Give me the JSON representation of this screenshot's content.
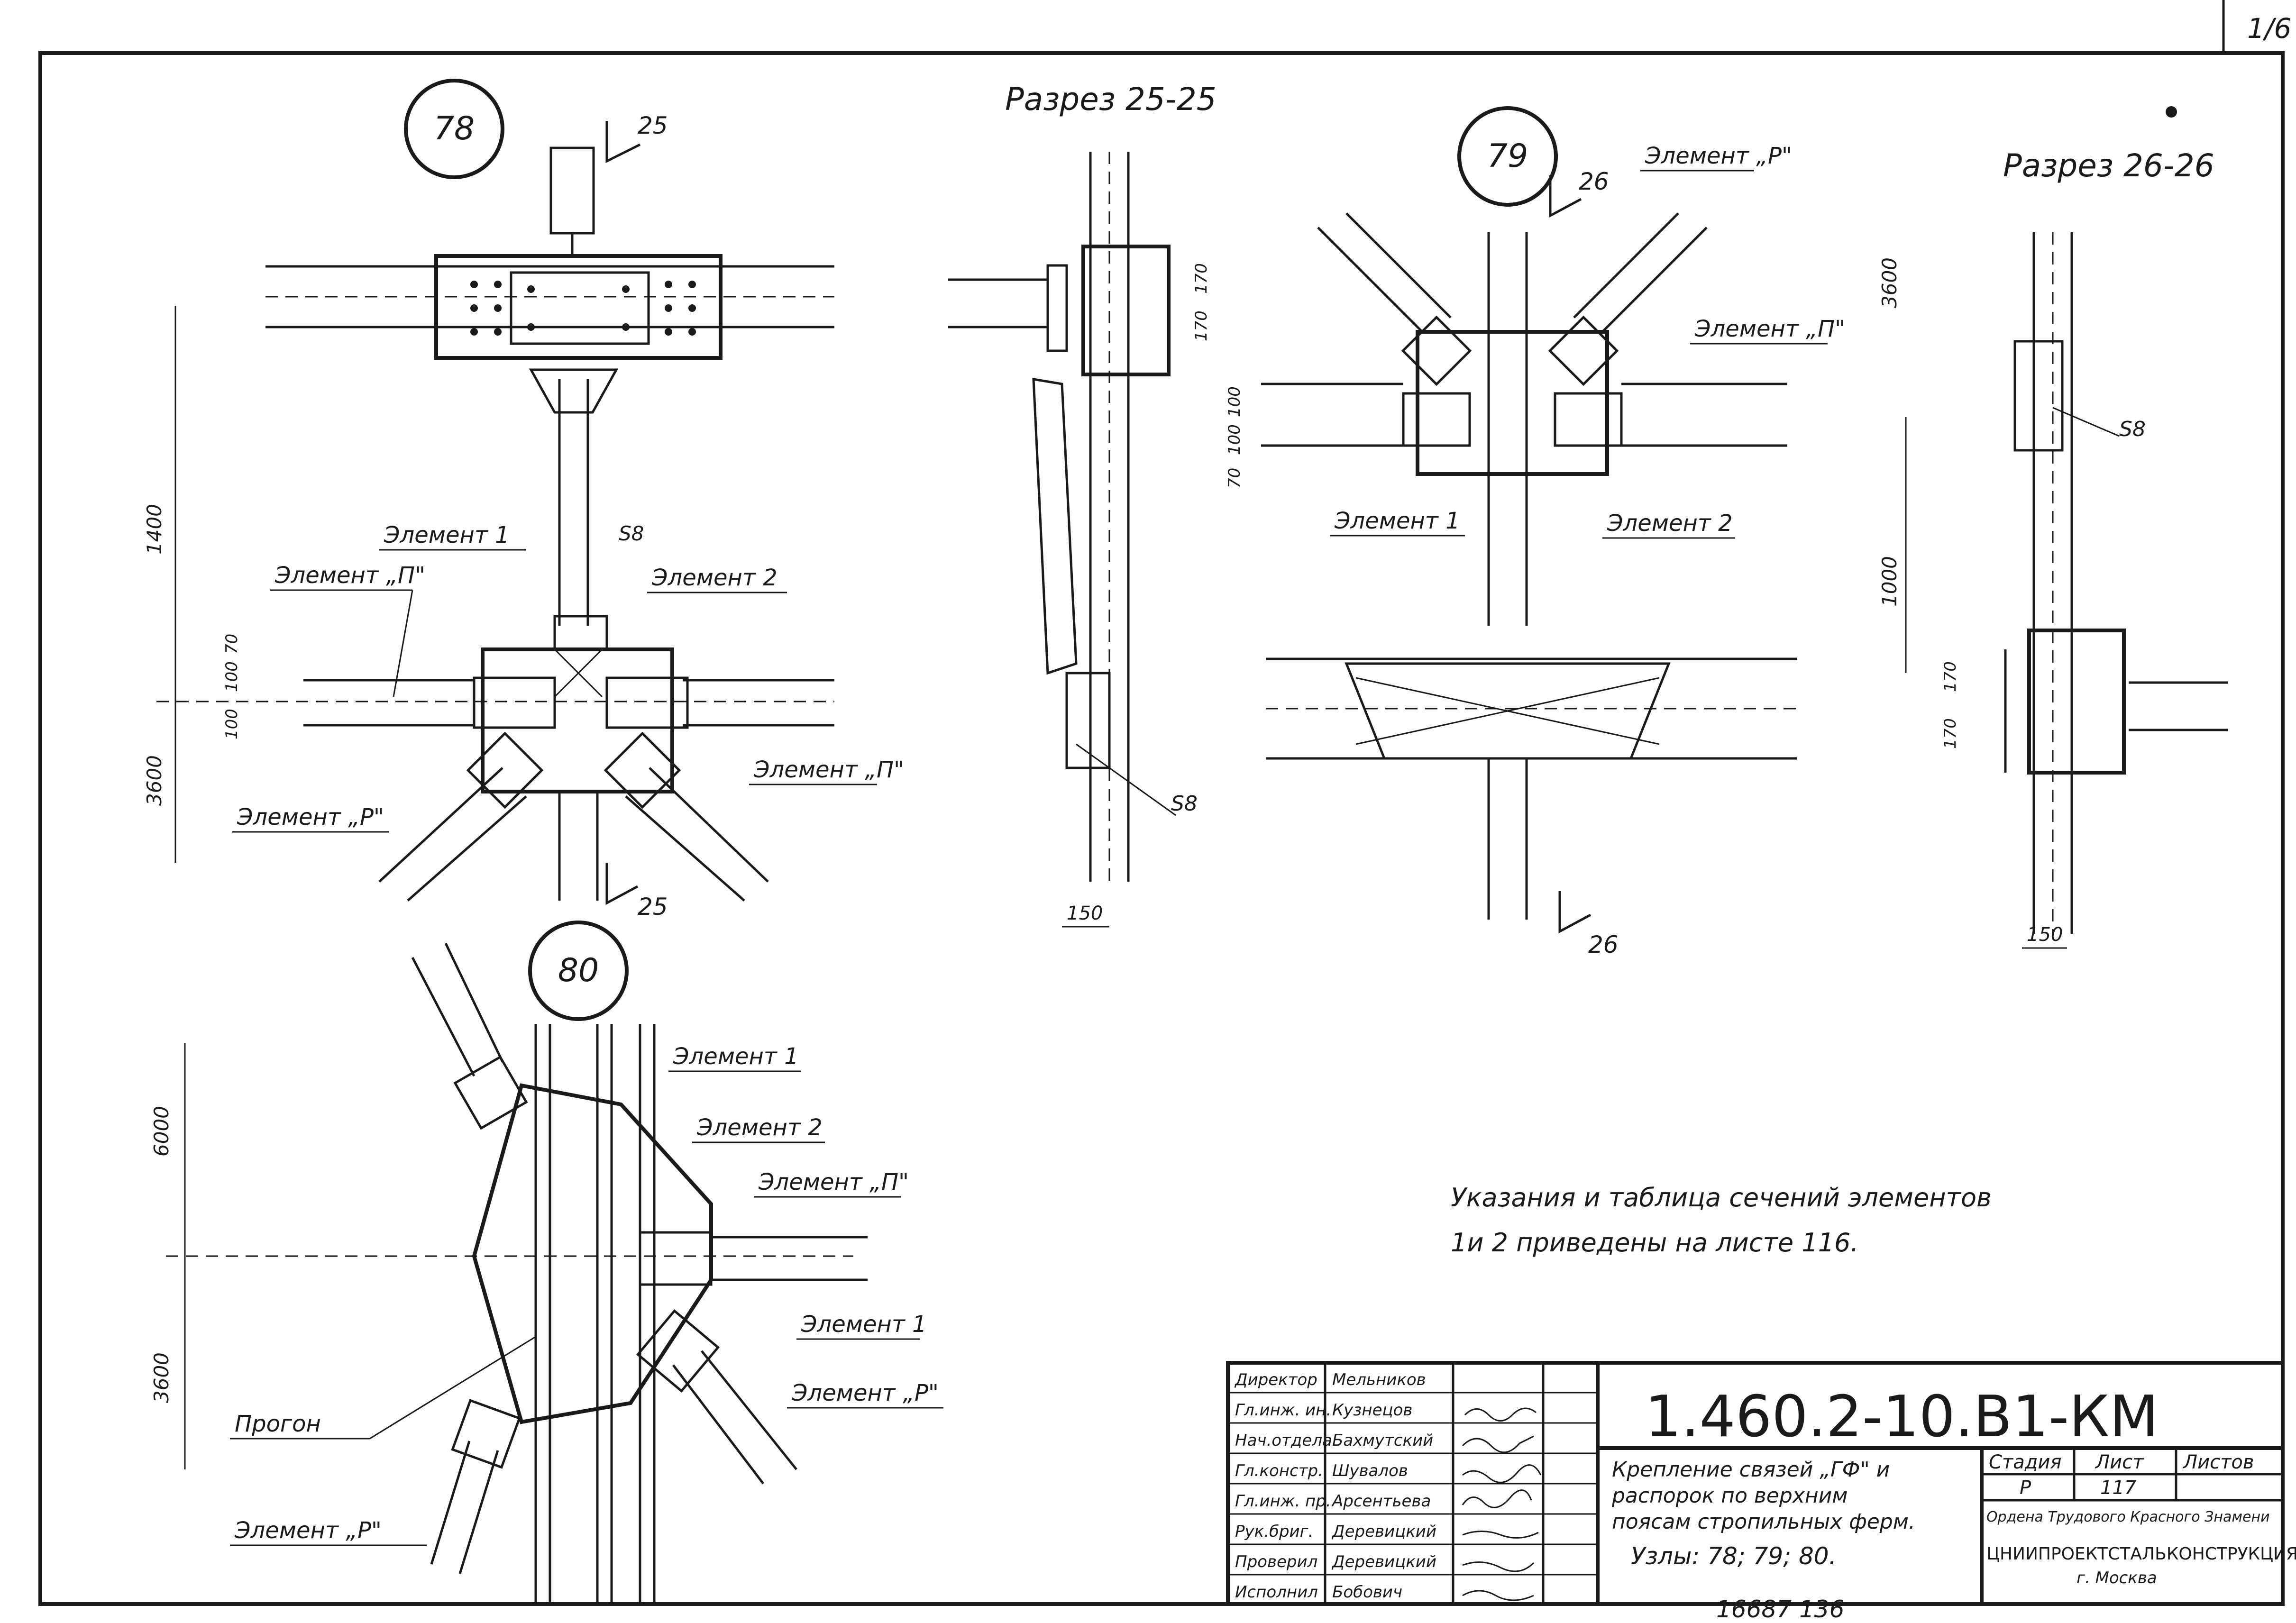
{
  "corner_mark": "1/6",
  "nodes": [
    {
      "id": "node-78",
      "label": "78"
    },
    {
      "id": "node-79",
      "label": "79"
    },
    {
      "id": "node-80",
      "label": "80"
    }
  ],
  "sections": {
    "s25": {
      "title": "Разрез 25-25",
      "mark": "25"
    },
    "s26": {
      "title": "Разрез 26-26",
      "mark": "26"
    }
  },
  "labels": {
    "elem1": "Элемент 1",
    "elem2": "Элемент 2",
    "elemP": "Элемент „П\"",
    "elemR": "Элемент „Р\"",
    "s8": "S8",
    "progon": "Прогон"
  },
  "dims": {
    "d1400": "1400",
    "d3600": "3600",
    "d6000": "6000",
    "d1000": "1000",
    "d70": "70",
    "d100": "100",
    "d170": "170",
    "d150": "150"
  },
  "note": {
    "line1": "Указания и таблица сечений элементов",
    "line2": "1и 2 приведены на листе 116."
  },
  "title_block": {
    "code": "1.460.2-10.В1-КМ",
    "description": [
      "Крепление связей „ГФ\" и",
      "распорок по верхним",
      "поясам стропильных ферм.",
      "Узлы: 78; 79; 80."
    ],
    "stage_label": "Стадия",
    "sheet_label": "Лист",
    "sheets_label": "Листов",
    "stage": "Р",
    "sheet": "117",
    "org": [
      "Ордена Трудового Красного Знамени",
      "ЦНИИПРОЕКТСТАЛЬКОНСТРУКЦИЯ",
      "г. Москва"
    ],
    "staff": [
      {
        "role": "Директор",
        "name": "Мельников"
      },
      {
        "role": "Гл.инж. ин.",
        "name": "Кузнецов"
      },
      {
        "role": "Нач.отдела",
        "name": "Бахмутский"
      },
      {
        "role": "Гл.констр.",
        "name": "Шувалов"
      },
      {
        "role": "Гл.инж. пр.",
        "name": "Арсентьева"
      },
      {
        "role": "Рук.бриг.",
        "name": "Деревицкий"
      },
      {
        "role": "Проверил",
        "name": "Деревицкий"
      },
      {
        "role": "Исполнил",
        "name": "Бобович"
      }
    ]
  },
  "archive_number": "16687 136"
}
